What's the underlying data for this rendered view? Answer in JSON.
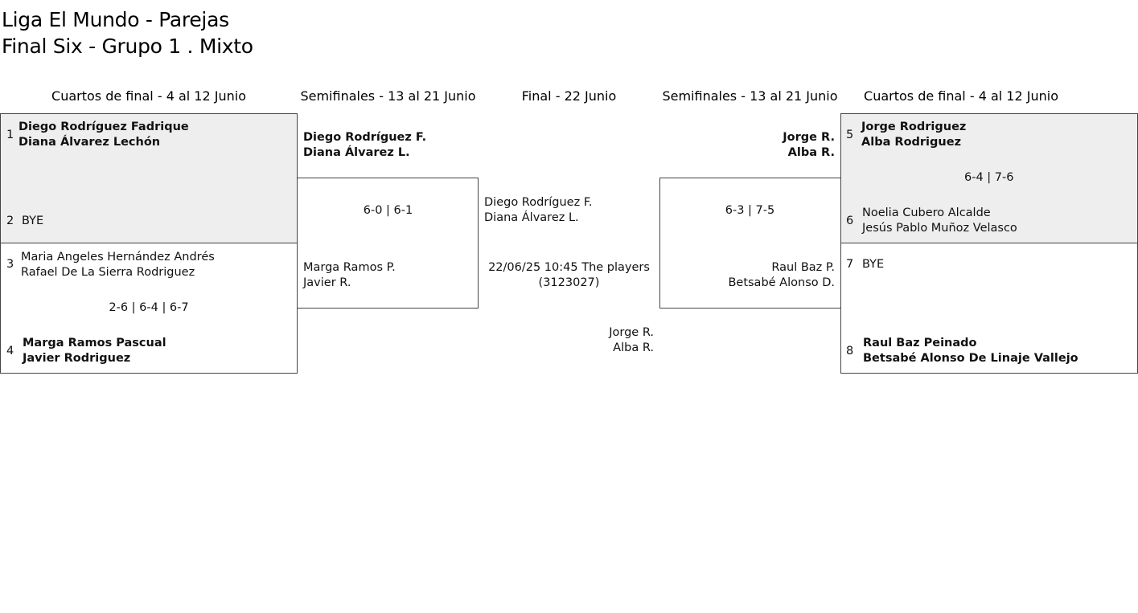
{
  "title": {
    "line1": "Liga El Mundo - Parejas",
    "line2": "Final Six - Grupo 1 . Mixto"
  },
  "rounds": {
    "left_quarterfinals": "Cuartos de final - 4 al 12 Junio",
    "left_semifinals": "Semifinales - 13 al 21 Junio",
    "final": "Final - 22 Junio",
    "right_semifinals": "Semifinales - 13 al 21 Junio",
    "right_quarterfinals": "Cuartos de final - 4 al 12 Junio"
  },
  "left_qf": {
    "match1": {
      "seed_a": "1",
      "team_a": [
        "Diego Rodríguez Fadrique",
        "Diana Álvarez Lechón"
      ],
      "seed_b": "2",
      "team_b": [
        "BYE"
      ],
      "score": ""
    },
    "match2": {
      "seed_a": "3",
      "team_a": [
        "Maria Angeles Hernández Andrés",
        "Rafael De La Sierra Rodriguez"
      ],
      "score": "2-6 | 6-4 | 6-7",
      "seed_b": "4",
      "team_b": [
        "Marga Ramos Pascual",
        "Javier Rodriguez"
      ]
    }
  },
  "left_sf": {
    "team_a": [
      "Diego Rodríguez F.",
      "Diana Álvarez L."
    ],
    "score": "6-0 | 6-1",
    "team_b": [
      "Marga Ramos P.",
      "Javier R."
    ]
  },
  "final": {
    "team_a": [
      "Diego Rodríguez F.",
      "Diana Álvarez L."
    ],
    "info_line1": "22/06/25 10:45 The players",
    "info_line2": "(3123027)",
    "team_b": [
      "Jorge R.",
      "Alba R."
    ]
  },
  "right_sf": {
    "team_a": [
      "Jorge R.",
      "Alba R."
    ],
    "score": "6-3 | 7-5",
    "team_b": [
      "Raul Baz P.",
      "Betsabé Alonso D."
    ]
  },
  "right_qf": {
    "match1": {
      "seed_a": "5",
      "team_a": [
        "Jorge Rodriguez",
        "Alba Rodriguez"
      ],
      "score": "6-4 | 7-6",
      "seed_b": "6",
      "team_b": [
        "Noelia Cubero Alcalde",
        "Jesús Pablo Muñoz Velasco"
      ]
    },
    "match2": {
      "seed_a": "7",
      "team_a": [
        "BYE"
      ],
      "seed_b": "8",
      "team_b": [
        "Raul Baz Peinado",
        "Betsabé Alonso De Linaje Vallejo"
      ]
    }
  }
}
